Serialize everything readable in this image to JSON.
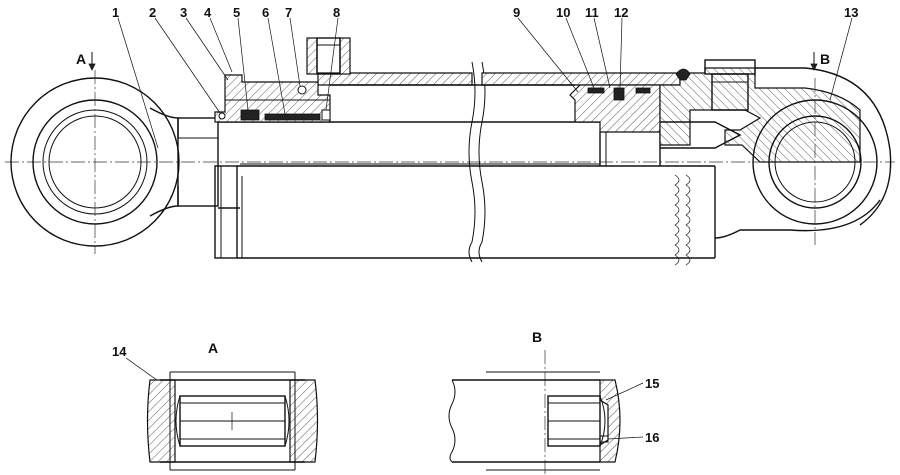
{
  "callouts": [
    {
      "id": "1",
      "text": "1"
    },
    {
      "id": "2",
      "text": "2"
    },
    {
      "id": "3",
      "text": "3"
    },
    {
      "id": "4",
      "text": "4"
    },
    {
      "id": "5",
      "text": "5"
    },
    {
      "id": "6",
      "text": "6"
    },
    {
      "id": "7",
      "text": "7"
    },
    {
      "id": "8",
      "text": "8"
    },
    {
      "id": "9",
      "text": "9"
    },
    {
      "id": "10",
      "text": "10"
    },
    {
      "id": "11",
      "text": "11"
    },
    {
      "id": "12",
      "text": "12"
    },
    {
      "id": "13",
      "text": "13"
    },
    {
      "id": "14",
      "text": "14"
    },
    {
      "id": "15",
      "text": "15"
    },
    {
      "id": "16",
      "text": "16"
    }
  ],
  "views": {
    "section_a": "A",
    "section_b": "B"
  }
}
